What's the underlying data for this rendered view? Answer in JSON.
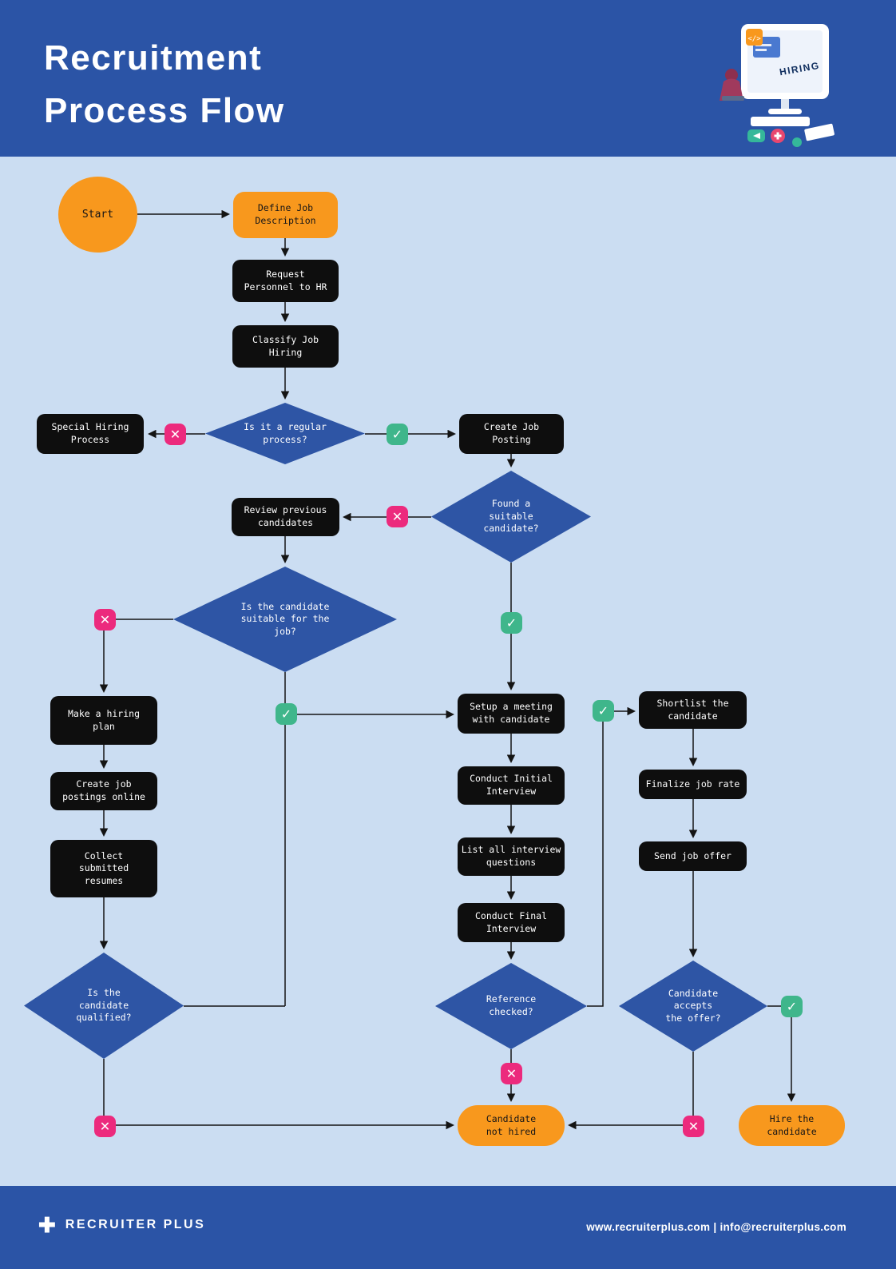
{
  "header": {
    "title_line1": "Recruitment",
    "title_line2": "Process Flow",
    "illustration_label": "HIRING"
  },
  "icons": {
    "yes": "✓",
    "no": "✕",
    "brand_plus": "✚",
    "code": "</>"
  },
  "colors": {
    "banner_blue": "#2B54A6",
    "canvas_blue": "#CBDDF2",
    "diamond_blue": "#2E55A5",
    "process_black": "#0E0E0E",
    "accent_orange": "#F8981D",
    "yes_green": "#3FB68B",
    "no_pink": "#EC2A7D"
  },
  "nodes": {
    "start": {
      "label": "Start"
    },
    "define_job": {
      "label": "Define Job\nDescription"
    },
    "request_personnel": {
      "label": "Request\nPersonnel to HR"
    },
    "classify_job": {
      "label": "Classify Job\nHiring"
    },
    "regular_process": {
      "label": "Is it a regular\nprocess?"
    },
    "special_hiring": {
      "label": "Special Hiring\nProcess"
    },
    "create_posting": {
      "label": "Create Job\nPosting"
    },
    "found_candidate": {
      "label": "Found a\nsuitable\ncandidate?"
    },
    "review_previous": {
      "label": "Review previous\ncandidates"
    },
    "candidate_suitable": {
      "label": "Is the candidate\nsuitable for the\njob?"
    },
    "hiring_plan": {
      "label": "Make a hiring\nplan"
    },
    "postings_online": {
      "label": "Create job\npostings online"
    },
    "collect_resumes": {
      "label": "Collect\nsubmitted\nresumes"
    },
    "candidate_qualified": {
      "label": "Is the\ncandidate\nqualified?"
    },
    "setup_meeting": {
      "label": "Setup a meeting\nwith candidate"
    },
    "initial_interview": {
      "label": "Conduct Initial\nInterview"
    },
    "interview_questions": {
      "label": "List all interview\nquestions"
    },
    "final_interview": {
      "label": "Conduct Final\nInterview"
    },
    "reference_checked": {
      "label": "Reference\nchecked?"
    },
    "shortlist": {
      "label": "Shortlist the\ncandidate"
    },
    "finalize_rate": {
      "label": "Finalize job rate"
    },
    "send_offer": {
      "label": "Send job offer"
    },
    "accepts_offer": {
      "label": "Candidate\naccepts\nthe offer?"
    },
    "hire": {
      "label": "Hire the\ncandidate"
    },
    "not_hired": {
      "label": "Candidate\nnot hired"
    }
  },
  "footer": {
    "brand": "RECRUITER PLUS",
    "contact": "www.recruiterplus.com | info@recruiterplus.com"
  }
}
